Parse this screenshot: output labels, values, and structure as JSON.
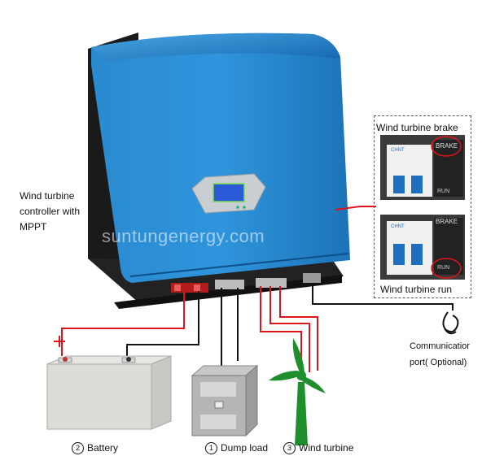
{
  "labels": {
    "controller_line1": "Wind turbine",
    "controller_line2": "controller with",
    "controller_line3": "MPPT",
    "brake_title": "Wind turbine brake",
    "run_title": "Wind turbine run",
    "comm_line1": "Communicatior",
    "comm_line2": "port( Optional)",
    "watermark": "suntungenergy.com"
  },
  "captions": {
    "battery_num": "2",
    "battery": "Battery",
    "dump_num": "1",
    "dump": "Dump load",
    "turbine_num": "3",
    "turbine": "Wind turbine"
  },
  "breaker": {
    "brake_label": "BRAKE",
    "run_label": "RUN",
    "brand": "CHNT"
  },
  "colors": {
    "enclosure_blue": "#1f7fc4",
    "enclosure_dark": "#1c1c1c",
    "wire_red": "#e0141a",
    "wire_black": "#111111",
    "turbine_green": "#1f8f2e",
    "lcd_blue": "#2a5ad8"
  }
}
